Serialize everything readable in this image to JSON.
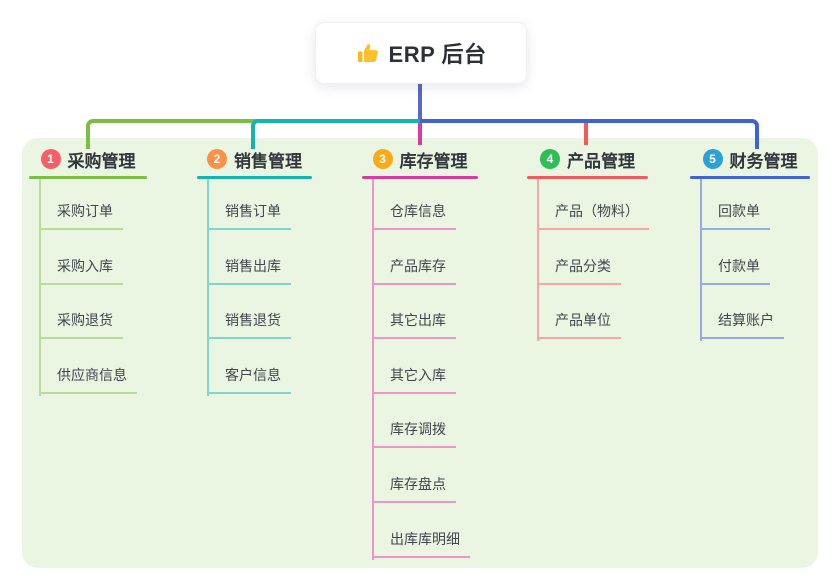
{
  "root": {
    "icon": "thumbs-up-icon",
    "label": "ERP 后台"
  },
  "connector": {
    "stem_color": "#5a68c6"
  },
  "branches": [
    {
      "num": "1",
      "label": "采购管理",
      "line_color": "#7cbe41",
      "child_line_color": "#b9dc98",
      "badge_color": "#f65f66",
      "children": [
        "采购订单",
        "采购入库",
        "采购退货",
        "供应商信息"
      ]
    },
    {
      "num": "2",
      "label": "销售管理",
      "line_color": "#14b5ae",
      "child_line_color": "#80d5cf",
      "badge_color": "#fa9147",
      "children": [
        "销售订单",
        "销售出库",
        "销售退货",
        "客户信息"
      ]
    },
    {
      "num": "3",
      "label": "库存管理",
      "line_color": "#d83aa0",
      "child_line_color": "#ef93cc",
      "badge_color": "#fbab19",
      "children": [
        "仓库信息",
        "产品库存",
        "其它出库",
        "其它入库",
        "库存调拨",
        "库存盘点",
        "出库库明细"
      ]
    },
    {
      "num": "4",
      "label": "产品管理",
      "line_color": "#f15b60",
      "child_line_color": "#f8a6a3",
      "badge_color": "#2fbd57",
      "children": [
        "产品（物料）",
        "产品分类",
        "产品单位"
      ]
    },
    {
      "num": "5",
      "label": "财务管理",
      "line_color": "#3f63d4",
      "child_line_color": "#95ace3",
      "badge_color": "#2aa2d8",
      "children": [
        "回款单",
        "付款单",
        "结算账户"
      ]
    }
  ]
}
